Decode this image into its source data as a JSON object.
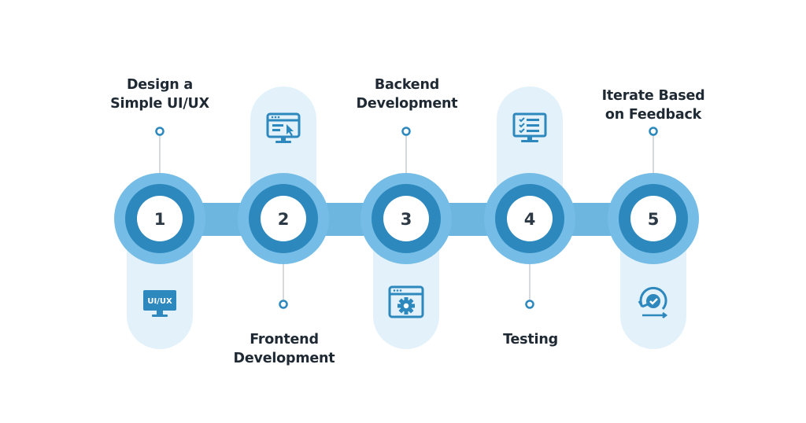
{
  "colors": {
    "pill": "#e3f1fa",
    "bar": "#6cb6e0",
    "outer_ring": "#75bde6",
    "inner_ring": "#2c88bd",
    "center": "#ffffff",
    "connector": "#c9cdd0",
    "dot_stroke": "#2c88bd",
    "icon": "#2c88bd",
    "text": "#1f2933"
  },
  "steps": [
    {
      "number": "1",
      "title": "Design a\nSimple UI/UX",
      "icon": "ui-ux-monitor-icon",
      "icon_text": "UI/UX"
    },
    {
      "number": "2",
      "title": "Frontend\nDevelopment",
      "icon": "browser-cursor-icon"
    },
    {
      "number": "3",
      "title": "Backend\nDevelopment",
      "icon": "browser-gear-icon"
    },
    {
      "number": "4",
      "title": "Testing",
      "icon": "checklist-monitor-icon"
    },
    {
      "number": "5",
      "title": "Iterate Based\non Feedback",
      "icon": "refresh-check-icon"
    }
  ]
}
